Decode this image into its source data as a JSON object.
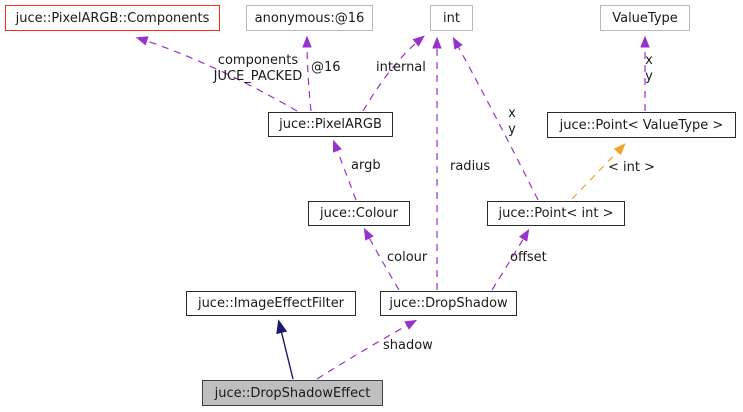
{
  "diagram": {
    "kind": "doxygen-collaboration-graph",
    "colors": {
      "usage_edge": "#9932cc",
      "template_edge": "#f5a228",
      "inherit_edge": "#191970",
      "highlight_border": "#f92c21",
      "plain_border": "#b9b9b9",
      "node_border": "#2a2a2a",
      "main_node_border": "#404040",
      "main_node_fill": "#bfbfbf",
      "node_fill": "#ffffff"
    },
    "nodes": {
      "components": {
        "label": "juce::PixelARGB::Components"
      },
      "anonymous16": {
        "label": "anonymous:@16"
      },
      "int": {
        "label": "int"
      },
      "valuetype": {
        "label": "ValueType"
      },
      "pixelargb": {
        "label": "juce::PixelARGB"
      },
      "point_valuetype": {
        "label": "juce::Point< ValueType >"
      },
      "colour": {
        "label": "juce::Colour"
      },
      "point_int": {
        "label": "juce::Point< int >"
      },
      "imageeffectfilter": {
        "label": "juce::ImageEffectFilter"
      },
      "dropshadow": {
        "label": "juce::DropShadow"
      },
      "dropshadoweffect": {
        "label": "juce::DropShadowEffect"
      }
    },
    "edge_labels": {
      "components_packed": {
        "line1": "components",
        "line2": "JUCE_PACKED"
      },
      "at16": {
        "text": "@16"
      },
      "internal": {
        "text": "internal"
      },
      "argb": {
        "text": "argb"
      },
      "radius": {
        "text": "radius"
      },
      "xy_int": {
        "line1": "x",
        "line2": "y"
      },
      "xy_valuetype": {
        "line1": "x",
        "line2": "y"
      },
      "template_int": {
        "text": "< int >"
      },
      "colour": {
        "text": "colour"
      },
      "offset": {
        "text": "offset"
      },
      "shadow": {
        "text": "shadow"
      }
    }
  }
}
